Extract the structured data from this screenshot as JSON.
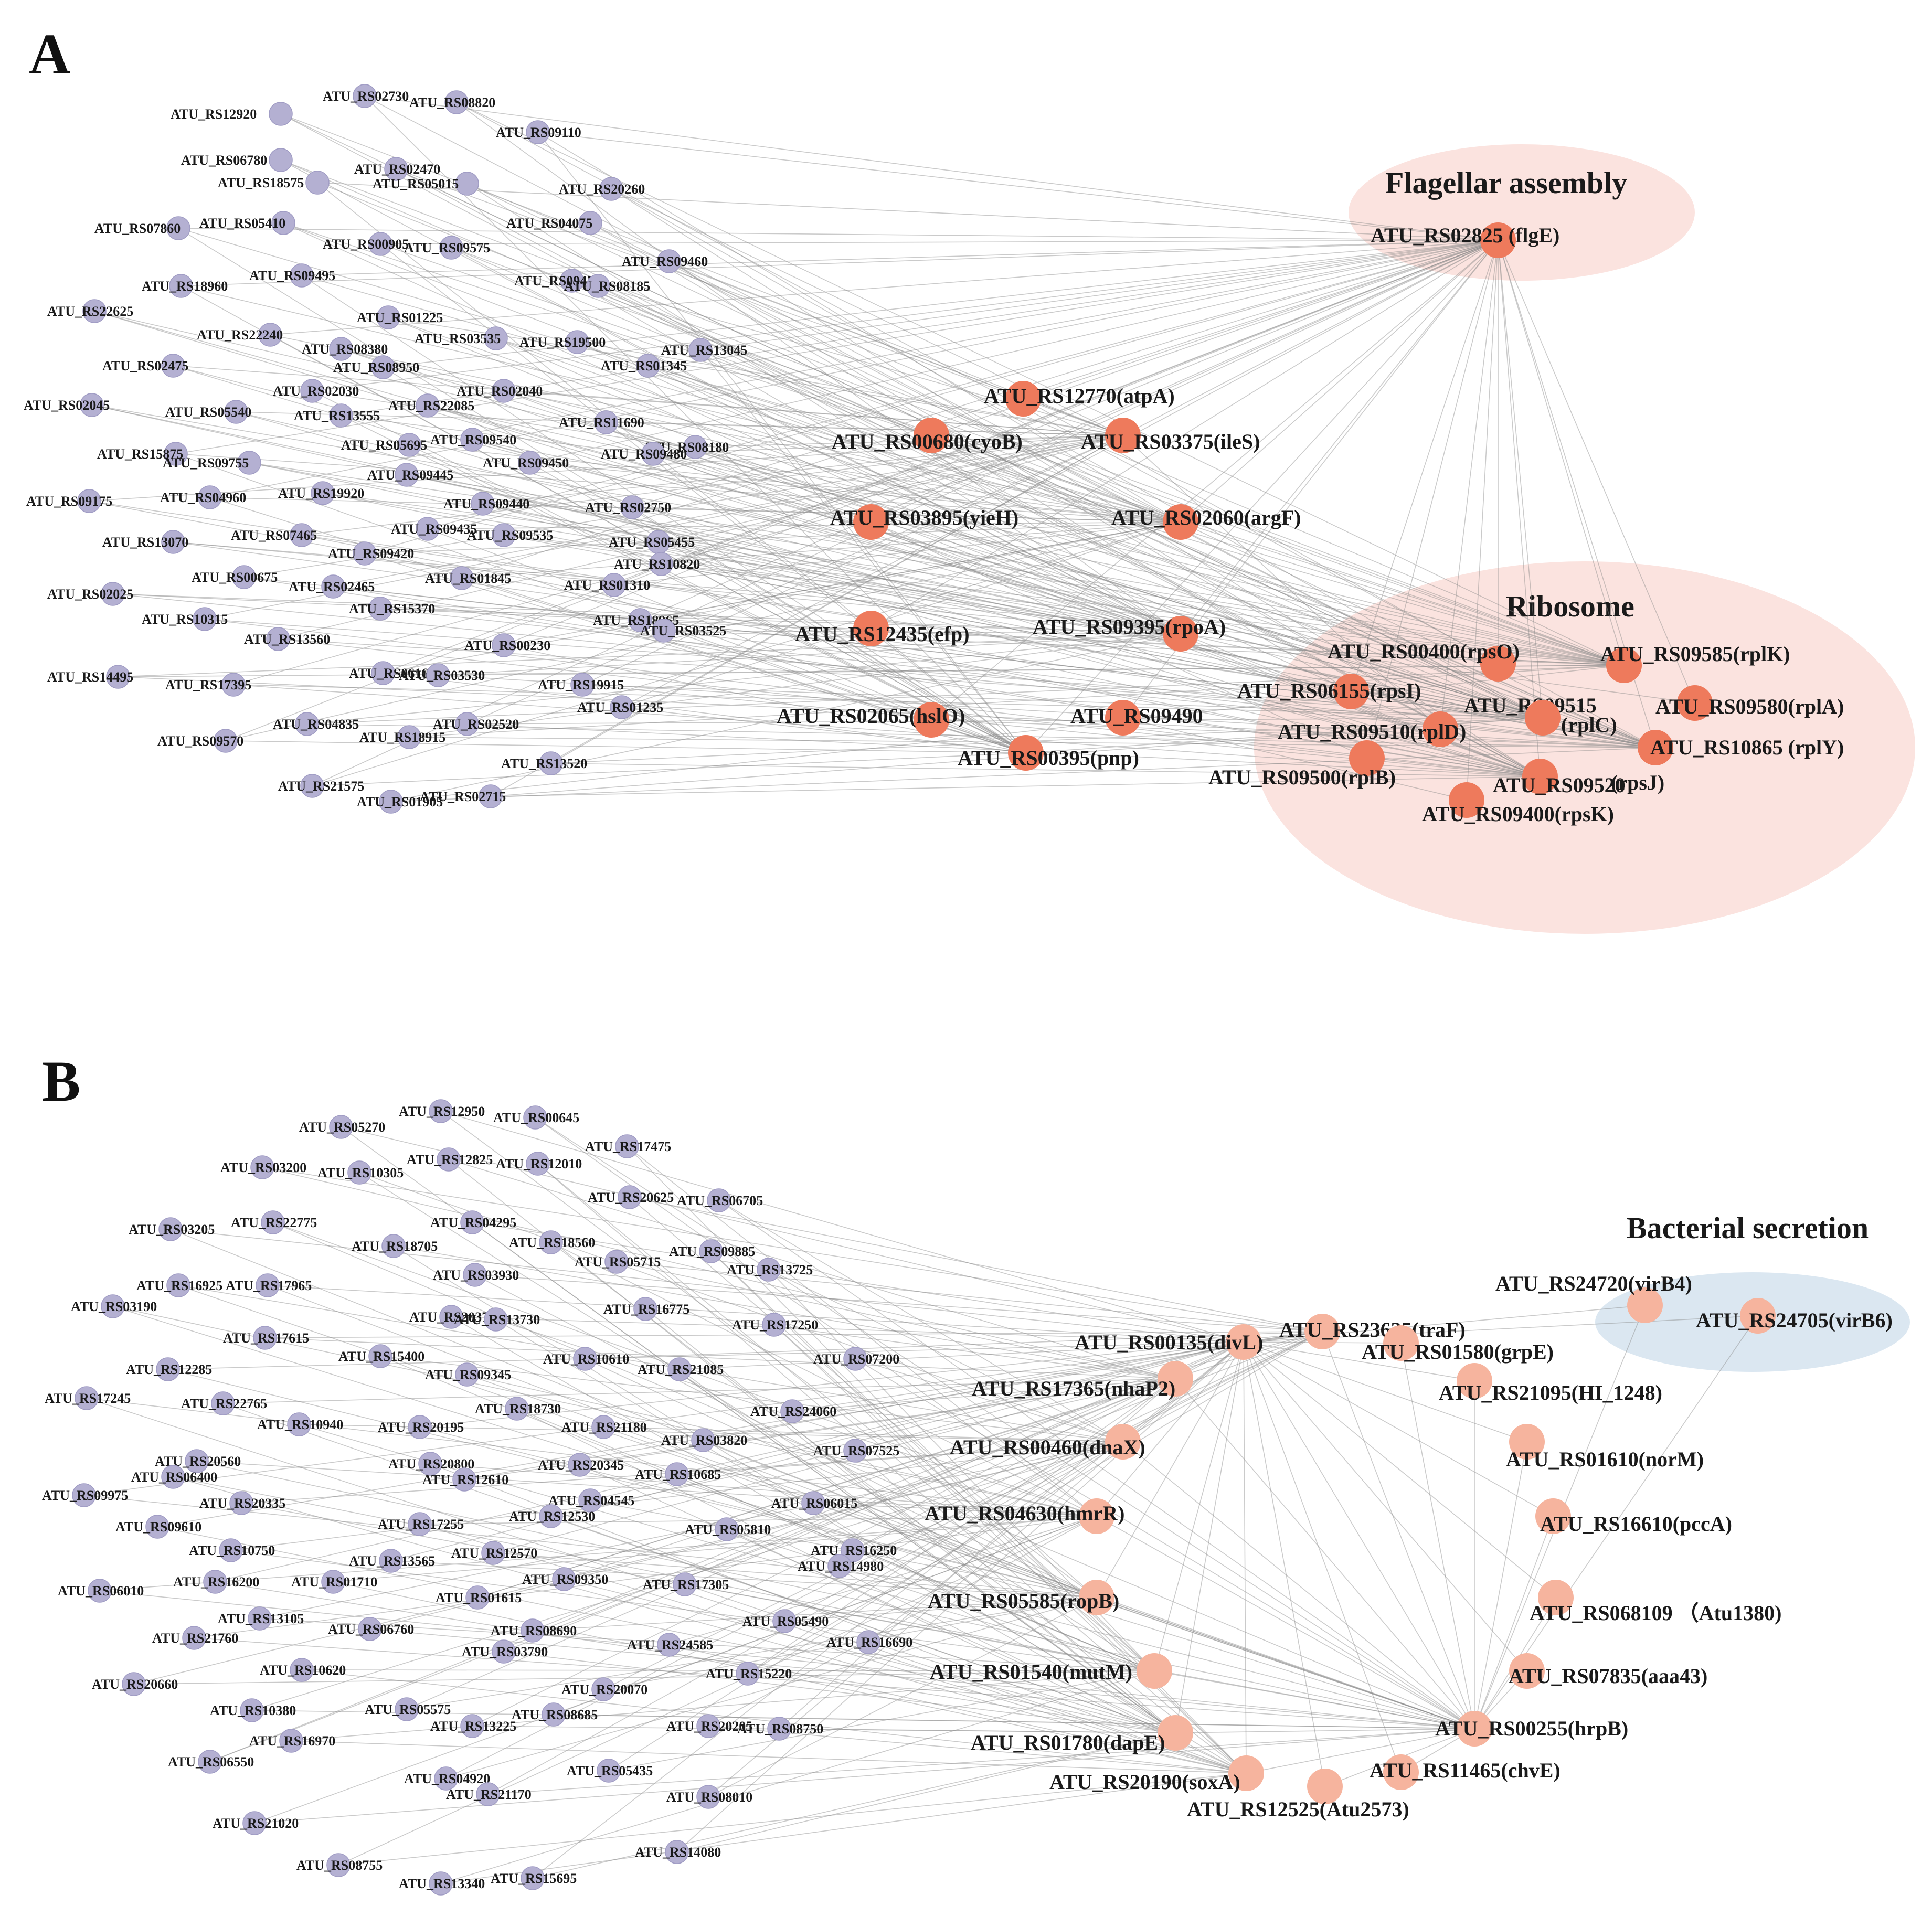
{
  "colors": {
    "small_node": "#b4b0d2",
    "hub_node_A": "#ee7a5c",
    "hub_node_B": "#f6b49e",
    "group_flagellar": "#fbe3df",
    "group_ribosome": "#fbe3df",
    "group_secretion": "#dbe7f1",
    "edge": "#8a8a8a"
  },
  "panels": [
    {
      "letter": "A",
      "groups": [
        {
          "title": "Flagellar assembly"
        },
        {
          "title": "Ribosome"
        }
      ],
      "small_nodes": [
        "ATU_RS02730",
        "ATU_RS08820",
        "ATU_RS12920",
        "ATU_RS09110",
        "ATU_RS06780",
        "ATU_RS02470",
        "ATU_RS18575",
        "ATU_RS05015",
        "ATU_RS20260",
        "ATU_RS07860",
        "ATU_RS05410",
        "ATU_RS04075",
        "ATU_RS00905",
        "ATU_RS09575",
        "ATU_RS09460",
        "ATU_RS09495",
        "ATU_RS09455",
        "ATU_RS08185",
        "ATU_RS18960",
        "ATU_RS22625",
        "ATU_RS01225",
        "ATU_RS22240",
        "ATU_RS03535",
        "ATU_RS19500",
        "ATU_RS13045",
        "ATU_RS08380",
        "ATU_RS02475",
        "ATU_RS08950",
        "ATU_RS01345",
        "ATU_RS02040",
        "ATU_RS02030",
        "ATU_RS02045",
        "ATU_RS05540",
        "ATU_RS13555",
        "ATU_RS22085",
        "ATU_RS11690",
        "ATU_RS05695",
        "ATU_RS09540",
        "ATU_RS08180",
        "ATU_RS15875",
        "ATU_RS09755",
        "ATU_RS09480",
        "ATU_RS09450",
        "ATU_RS09445",
        "ATU_RS09175",
        "ATU_RS04960",
        "ATU_RS19920",
        "ATU_RS09440",
        "ATU_RS02750",
        "ATU_RS13070",
        "ATU_RS07465",
        "ATU_RS09435",
        "ATU_RS09535",
        "ATU_RS05455",
        "ATU_RS09420",
        "ATU_RS10820",
        "ATU_RS00675",
        "ATU_RS01845",
        "ATU_RS02025",
        "ATU_RS02465",
        "ATU_RS01310",
        "ATU_RS15370",
        "ATU_RS10315",
        "ATU_RS18965",
        "ATU_RS03525",
        "ATU_RS13560",
        "ATU_RS00230",
        "ATU_RS14495",
        "ATU_RS17395",
        "ATU_RS06160",
        "ATU_RS03530",
        "ATU_RS19915",
        "ATU_RS01235",
        "ATU_RS04835",
        "ATU_RS02520",
        "ATU_RS09570",
        "ATU_RS18915",
        "ATU_RS13520",
        "ATU_RS21575",
        "ATU_RS01905",
        "ATU_RS02715"
      ],
      "hub_nodes": [
        "ATU_RS02825 (flgE)",
        "ATU_RS12770(atpA)",
        "ATU_RS00680(cyoB)",
        "ATU_RS03375(ileS)",
        "ATU_RS03895(yieH)",
        "ATU_RS02060(argF)",
        "ATU_RS12435(efp)",
        "ATU_RS09395(rpoA)",
        "ATU_RS02065(hslO)",
        "ATU_RS09490",
        "ATU_RS00395(pnp)",
        "ATU_RS00400(rpsO)",
        "ATU_RS09585(rplK)",
        "ATU_RS06155(rpsI)",
        "ATU_RS09515",
        "(rplC)",
        "ATU_RS09580(rplA)",
        "ATU_RS09510(rplD)",
        "ATU_RS10865 (rplY)",
        "ATU_RS09500(rplB)",
        "ATU_RS09520",
        "(rpsJ)",
        "ATU_RS09400(rpsK)"
      ]
    },
    {
      "letter": "B",
      "groups": [
        {
          "title": "Bacterial secretion"
        }
      ],
      "small_nodes": [
        "ATU_RS12950",
        "ATU_RS00645",
        "ATU_RS05270",
        "ATU_RS17475",
        "ATU_RS12825",
        "ATU_RS12010",
        "ATU_RS03200",
        "ATU_RS10305",
        "ATU_RS20625",
        "ATU_RS06705",
        "ATU_RS03205",
        "ATU_RS22775",
        "ATU_RS04295",
        "ATU_RS18560",
        "ATU_RS18705",
        "ATU_RS09885",
        "ATU_RS05715",
        "ATU_RS13725",
        "ATU_RS03930",
        "ATU_RS16925",
        "ATU_RS17965",
        "ATU_RS03190",
        "ATU_RS20375",
        "ATU_RS13730",
        "ATU_RS16775",
        "ATU_RS17250",
        "ATU_RS17615",
        "ATU_RS15400",
        "ATU_RS10610",
        "ATU_RS07200",
        "ATU_RS12285",
        "ATU_RS09345",
        "ATU_RS21085",
        "ATU_RS17245",
        "ATU_RS22765",
        "ATU_RS18730",
        "ATU_RS24060",
        "ATU_RS10940",
        "ATU_RS20195",
        "ATU_RS21180",
        "ATU_RS03820",
        "ATU_RS20560",
        "ATU_RS07525",
        "ATU_RS20800",
        "ATU_RS20345",
        "ATU_RS06400",
        "ATU_RS12610",
        "ATU_RS10685",
        "ATU_RS09975",
        "ATU_RS20335",
        "ATU_RS04545",
        "ATU_RS06015",
        "ATU_RS09610",
        "ATU_RS17255",
        "ATU_RS12530",
        "ATU_RS05810",
        "ATU_RS16250",
        "ATU_RS10750",
        "ATU_RS12570",
        "ATU_RS14980",
        "ATU_RS13565",
        "ATU_RS06010",
        "ATU_RS16200",
        "ATU_RS01710",
        "ATU_RS09350",
        "ATU_RS17305",
        "ATU_RS01615",
        "ATU_RS13105",
        "ATU_RS05490",
        "ATU_RS06760",
        "ATU_RS08690",
        "ATU_RS21760",
        "ATU_RS16690",
        "ATU_RS24585",
        "ATU_RS03790",
        "ATU_RS10620",
        "ATU_RS15220",
        "ATU_RS20660",
        "ATU_RS20070",
        "ATU_RS10380",
        "ATU_RS05575",
        "ATU_RS08685",
        "ATU_RS13225",
        "ATU_RS20205",
        "ATU_RS08750",
        "ATU_RS16970",
        "ATU_RS06550",
        "ATU_RS05435",
        "ATU_RS04920",
        "ATU_RS21170",
        "ATU_RS08010",
        "ATU_RS21020",
        "ATU_RS14080",
        "ATU_RS08755",
        "ATU_RS15695",
        "ATU_RS13340"
      ],
      "hub_nodes": [
        "ATU_RS24720(virB4)",
        "ATU_RS24705(virB6)",
        "ATU_RS23625(traF)",
        "ATU_RS00135(divL)",
        "ATU_RS01580(grpE)",
        "ATU_RS17365(nhaP2)",
        "ATU_RS21095(HI_1248)",
        "ATU_RS00460(dnaX)",
        "ATU_RS01610(norM)",
        "ATU_RS04630(hmrR)",
        "ATU_RS16610(pccA)",
        "ATU_RS05585(ropB)",
        "ATU_RS068109 （Atu1380)",
        "ATU_RS01540(mutM)",
        "ATU_RS07835(aaa43)",
        "ATU_RS00255(hrpB)",
        "ATU_RS01780(dapE)",
        "ATU_RS11465(chvE)",
        "ATU_RS20190(soxA)",
        "ATU_RS12525(Atu2573)"
      ]
    }
  ]
}
